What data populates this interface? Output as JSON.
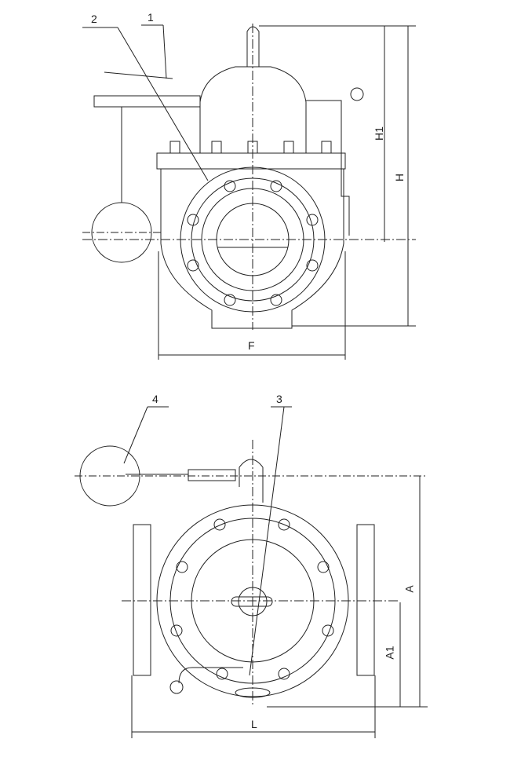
{
  "diagram": {
    "top_view": {
      "callouts": [
        "1",
        "2"
      ],
      "dimensions": {
        "width": "F",
        "height": "H",
        "height_partial": "H1"
      }
    },
    "bottom_view": {
      "callouts": [
        "3",
        "4"
      ],
      "dimensions": {
        "length": "L",
        "height": "A",
        "height_partial": "A1"
      }
    }
  },
  "colors": {
    "line": "#222222",
    "background": "#ffffff"
  }
}
